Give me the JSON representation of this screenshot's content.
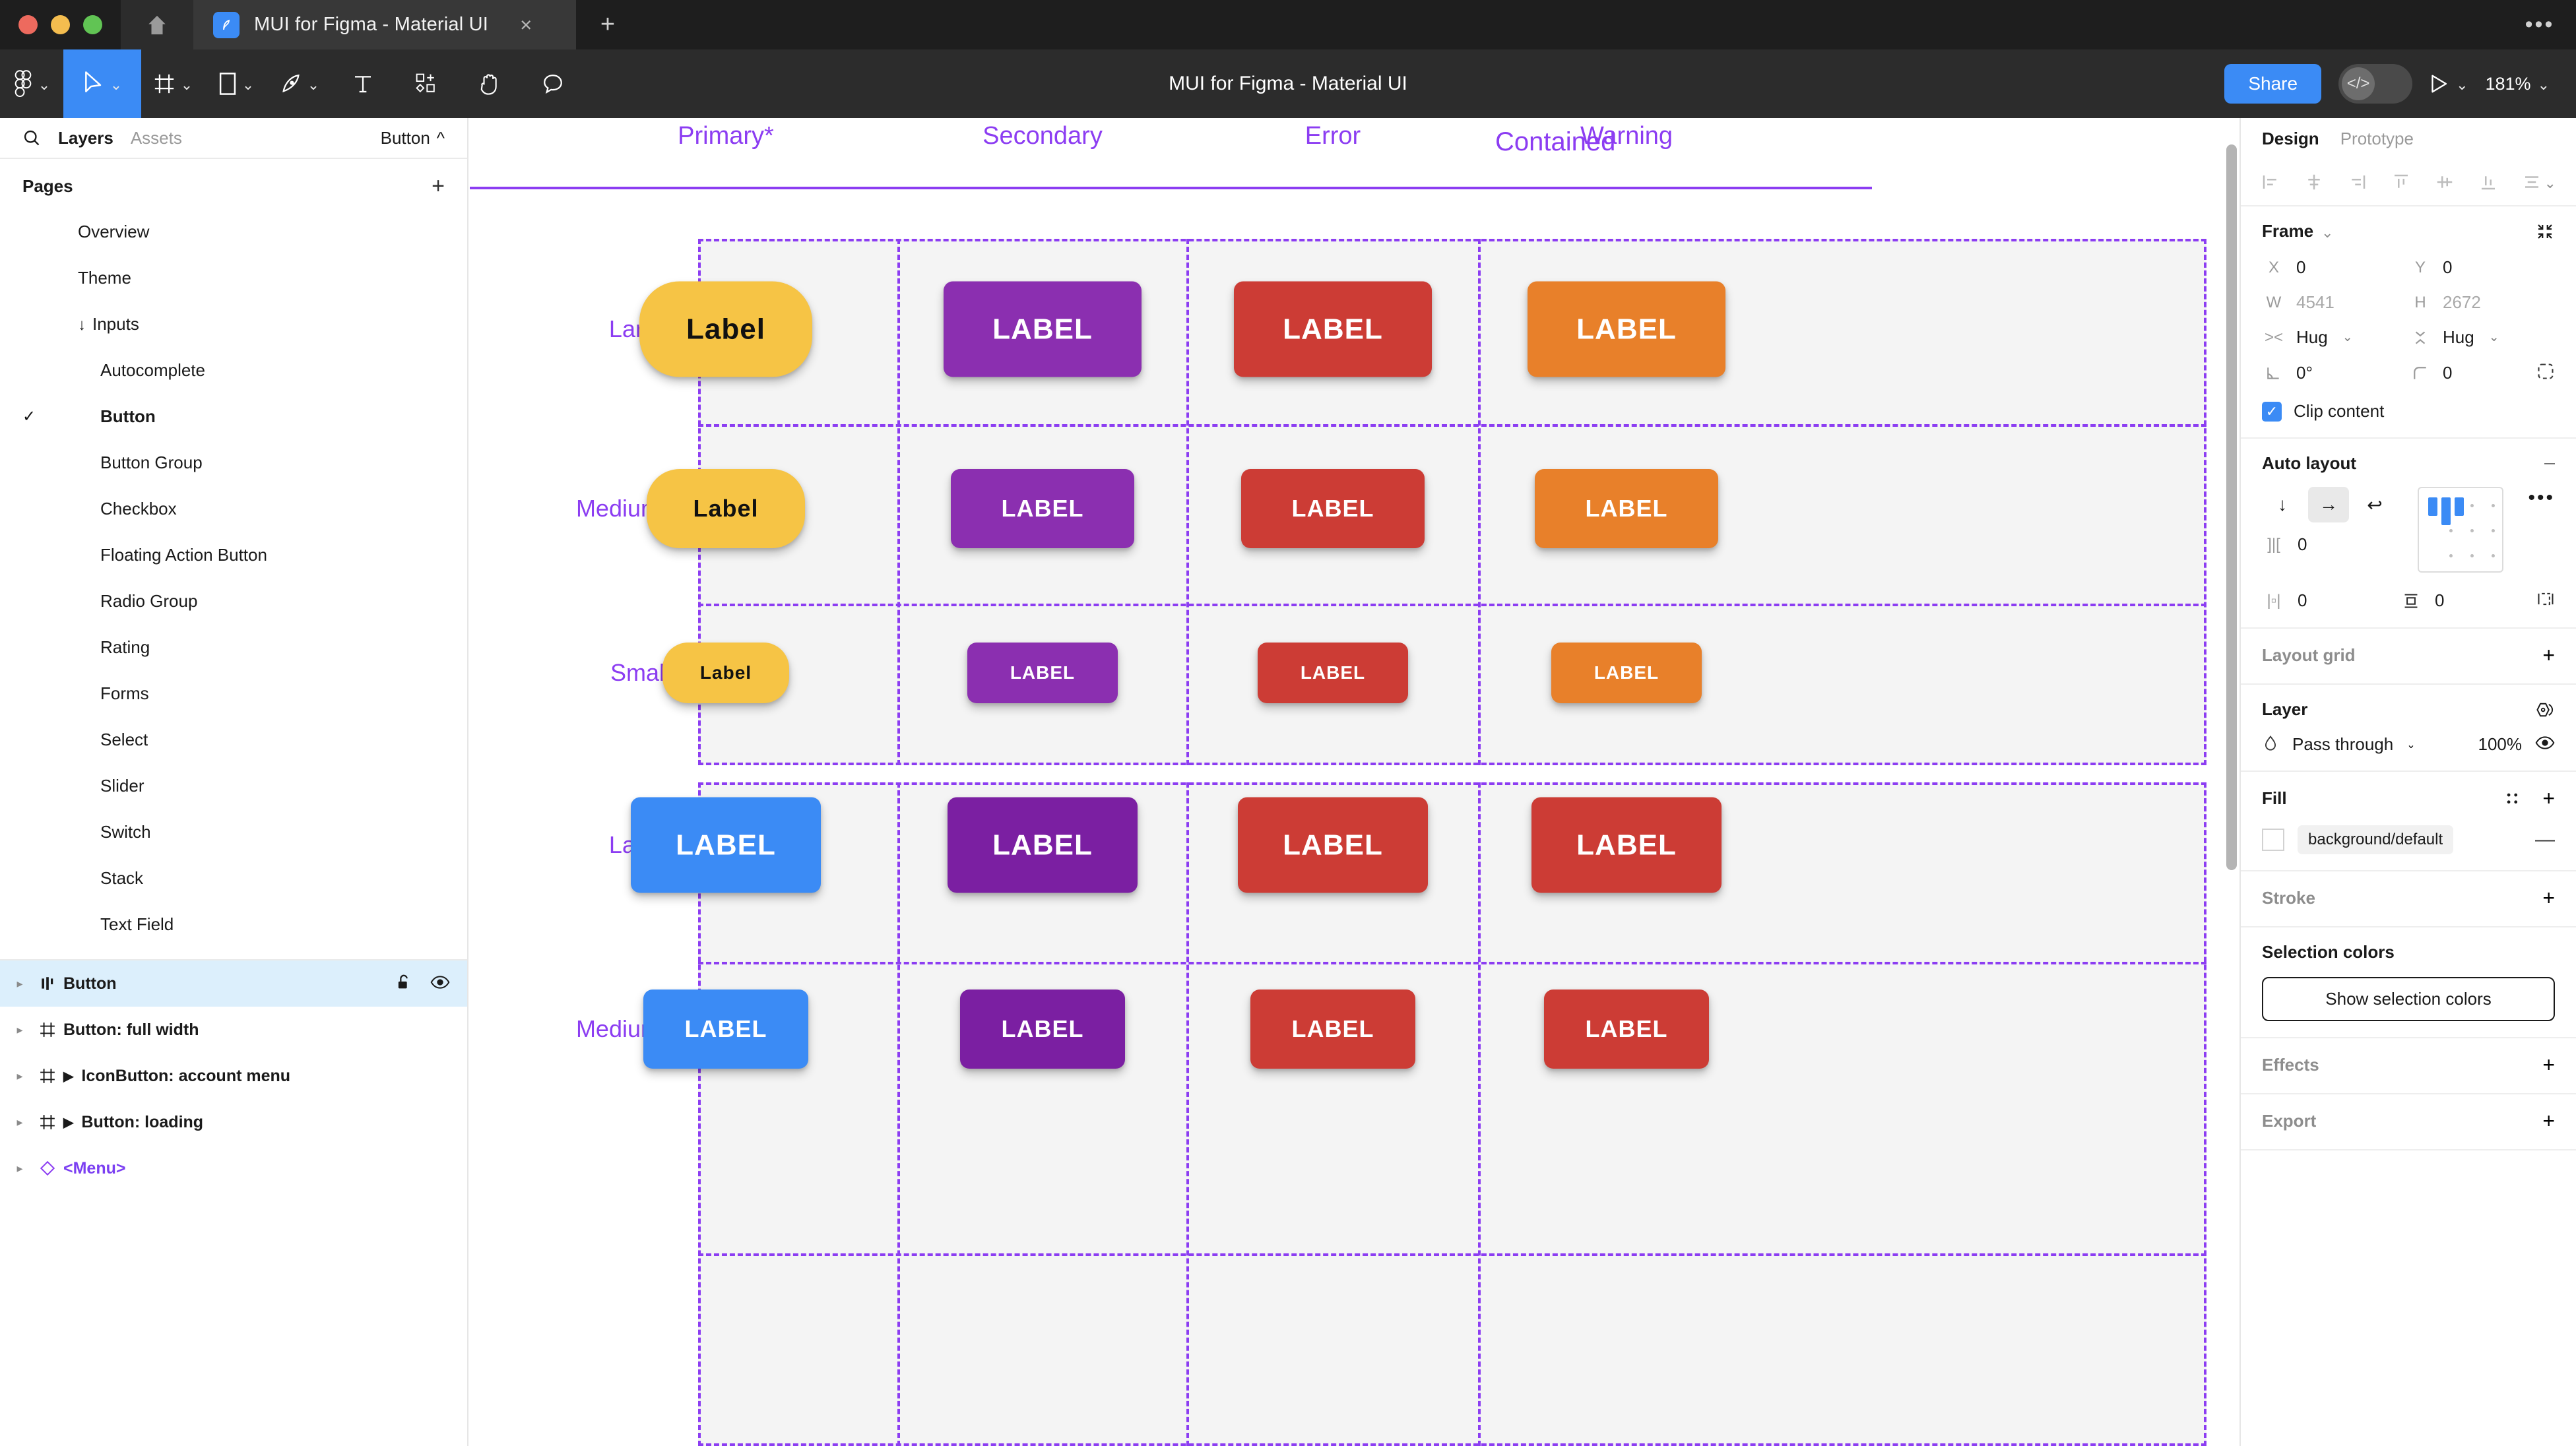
{
  "window": {
    "traffic_lights": [
      "close",
      "minimize",
      "maximize"
    ],
    "home_icon": "home-icon",
    "tab": {
      "icon": "figma-file-icon",
      "title": "MUI for Figma - Material UI",
      "close": "×"
    },
    "new_tab": "+",
    "overflow": "•••"
  },
  "toolbar": {
    "tools": [
      {
        "name": "figma-menu-icon",
        "caret": true,
        "active": false
      },
      {
        "name": "move-cursor-icon",
        "caret": true,
        "active": true
      },
      {
        "name": "frame-icon",
        "caret": true,
        "active": false
      },
      {
        "name": "shape-rectangle-icon",
        "caret": true,
        "active": false
      },
      {
        "name": "pen-icon",
        "caret": true,
        "active": false
      },
      {
        "name": "text-icon",
        "caret": false,
        "active": false
      },
      {
        "name": "components-icon",
        "caret": false,
        "active": false
      },
      {
        "name": "hand-icon",
        "caret": false,
        "active": false
      },
      {
        "name": "comment-icon",
        "caret": false,
        "active": false
      }
    ],
    "document_title": "MUI for Figma - Material UI",
    "share_label": "Share",
    "dev_mode_icon": "code-brackets-icon",
    "present_icon": "play-icon",
    "zoom_level": "181%"
  },
  "left_panel": {
    "search_icon": "search-icon",
    "tabs": [
      {
        "label": "Layers",
        "active": true
      },
      {
        "label": "Assets",
        "active": false
      }
    ],
    "page_selector": "Button",
    "pages_title": "Pages",
    "add_page": "+",
    "pages": [
      {
        "label": "Overview",
        "depth": 1,
        "checked": false
      },
      {
        "label": "Theme",
        "depth": 1,
        "checked": false
      },
      {
        "label": "Inputs",
        "depth": 1,
        "checked": false,
        "arrow": "↓"
      },
      {
        "label": "Autocomplete",
        "depth": 2,
        "checked": false
      },
      {
        "label": "Button",
        "depth": 2,
        "checked": true
      },
      {
        "label": "Button Group",
        "depth": 2,
        "checked": false
      },
      {
        "label": "Checkbox",
        "depth": 2,
        "checked": false
      },
      {
        "label": "Floating Action Button",
        "depth": 2,
        "checked": false
      },
      {
        "label": "Radio Group",
        "depth": 2,
        "checked": false
      },
      {
        "label": "Rating",
        "depth": 2,
        "checked": false
      },
      {
        "label": "Forms",
        "depth": 2,
        "checked": false
      },
      {
        "label": "Select",
        "depth": 2,
        "checked": false
      },
      {
        "label": "Slider",
        "depth": 2,
        "checked": false
      },
      {
        "label": "Switch",
        "depth": 2,
        "checked": false
      },
      {
        "label": "Stack",
        "depth": 2,
        "checked": false
      },
      {
        "label": "Text Field",
        "depth": 2,
        "checked": false
      }
    ],
    "layers": [
      {
        "label": "Button",
        "icon": "component-set-icon",
        "selected": true,
        "expand": true,
        "lock": "unlock-icon",
        "eye": "eye-icon",
        "purple": false
      },
      {
        "label": "Button: full width",
        "icon": "frame-icon",
        "selected": false,
        "expand": true,
        "purple": false
      },
      {
        "label": "IconButton: account menu",
        "icon": "frame-icon",
        "selected": false,
        "expand": true,
        "prefix": "▶",
        "purple": false
      },
      {
        "label": "Button: loading",
        "icon": "frame-icon",
        "selected": false,
        "expand": true,
        "prefix": "▶",
        "purple": false
      },
      {
        "label": "<Menu>",
        "icon": "component-instance-icon",
        "selected": false,
        "expand": true,
        "purple": true
      }
    ]
  },
  "canvas": {
    "frame_label": "Contained",
    "column_headers": [
      "Primary*",
      "Secondary",
      "Error",
      "Warning"
    ],
    "row_headers": [
      "Large",
      "Medium*",
      "Small",
      "Large",
      "Medium*"
    ],
    "button_label_cap": "LABEL",
    "button_label_mixed": "Label",
    "colors": {
      "primary_yellow": "#f6c445",
      "primary_blue": "#3b8bf5",
      "secondary_purple": "#8b2fb0",
      "secondary_purple_dark": "#7b1fa2",
      "error_red": "#cc3c35",
      "warning_orange": "#e8802a",
      "guide_purple": "#8c3df2",
      "block_bg": "#f4f4f4"
    },
    "grid": {
      "rows": [
        {
          "size": "Large",
          "variant": "section-1",
          "cells": [
            {
              "color": "primary_yellow",
              "label": "Label",
              "text": "#111111",
              "pill": true
            },
            {
              "color": "secondary_purple",
              "label": "LABEL",
              "text": "#ffffff"
            },
            {
              "color": "error_red",
              "label": "LABEL",
              "text": "#ffffff"
            },
            {
              "color": "warning_orange",
              "label": "LABEL",
              "text": "#ffffff"
            }
          ]
        },
        {
          "size": "Medium*",
          "variant": "section-1",
          "cells": [
            {
              "color": "primary_yellow",
              "label": "Label",
              "text": "#111111",
              "pill": true
            },
            {
              "color": "secondary_purple",
              "label": "LABEL",
              "text": "#ffffff"
            },
            {
              "color": "error_red",
              "label": "LABEL",
              "text": "#ffffff"
            },
            {
              "color": "warning_orange",
              "label": "LABEL",
              "text": "#ffffff"
            }
          ]
        },
        {
          "size": "Small",
          "variant": "section-1",
          "cells": [
            {
              "color": "primary_yellow",
              "label": "Label",
              "text": "#111111",
              "pill": true
            },
            {
              "color": "secondary_purple",
              "label": "LABEL",
              "text": "#ffffff"
            },
            {
              "color": "error_red",
              "label": "LABEL",
              "text": "#ffffff"
            },
            {
              "color": "warning_orange",
              "label": "LABEL",
              "text": "#ffffff"
            }
          ]
        },
        {
          "size": "Large",
          "variant": "section-2",
          "cells": [
            {
              "color": "primary_blue",
              "label": "LABEL",
              "text": "#ffffff"
            },
            {
              "color": "secondary_purple_dark",
              "label": "LABEL",
              "text": "#ffffff"
            },
            {
              "color": "error_red",
              "label": "LABEL",
              "text": "#ffffff"
            },
            {
              "color": "error_red",
              "label": "LABEL",
              "text": "#ffffff"
            }
          ]
        },
        {
          "size": "Medium*",
          "variant": "section-2",
          "cells": [
            {
              "color": "primary_blue",
              "label": "LABEL",
              "text": "#ffffff"
            },
            {
              "color": "secondary_purple_dark",
              "label": "LABEL",
              "text": "#ffffff"
            },
            {
              "color": "error_red",
              "label": "LABEL",
              "text": "#ffffff"
            },
            {
              "color": "error_red",
              "label": "LABEL",
              "text": "#ffffff"
            }
          ]
        }
      ]
    }
  },
  "right_panel": {
    "tabs": [
      {
        "label": "Design",
        "active": true
      },
      {
        "label": "Prototype",
        "active": false
      }
    ],
    "align_buttons": [
      "align-left-icon",
      "align-horizontal-center-icon",
      "align-right-icon",
      "align-top-icon",
      "align-vertical-center-icon",
      "align-bottom-icon",
      "distribute-icon"
    ],
    "frame": {
      "title": "Frame",
      "collapse_icon": "collapse-icon",
      "x_label": "X",
      "x_value": "0",
      "y_label": "Y",
      "y_value": "0",
      "w_label": "W",
      "w_value": "4541",
      "h_label": "H",
      "h_value": "2672",
      "width_resize": "Hug",
      "height_resize": "Hug",
      "rotation": "0°",
      "corner_radius": "0",
      "independent_corners_icon": "independent-corners-icon",
      "clip_content_label": "Clip content",
      "clip_content_checked": true
    },
    "auto_layout": {
      "title": "Auto layout",
      "remove": "—",
      "direction_vertical": "↓",
      "direction_horizontal": "→",
      "direction_wrap": "↩",
      "gap_value": "0",
      "padding_horizontal": "0",
      "padding_vertical": "0",
      "more": "•••"
    },
    "layout_grid": {
      "title": "Layout grid",
      "add": "+"
    },
    "layer": {
      "title": "Layer",
      "blend_mode": "Pass through",
      "opacity": "100%",
      "visibility_icon": "eye-icon",
      "effect_icon": "layer-effect-icon"
    },
    "fill": {
      "title": "Fill",
      "style_icon": "style-dots-icon",
      "add": "+",
      "token": "background/default",
      "remove": "—"
    },
    "stroke": {
      "title": "Stroke",
      "add": "+"
    },
    "selection_colors": {
      "title": "Selection colors",
      "button_label": "Show selection colors"
    },
    "effects": {
      "title": "Effects",
      "add": "+"
    },
    "export": {
      "title": "Export",
      "add": "+"
    }
  }
}
